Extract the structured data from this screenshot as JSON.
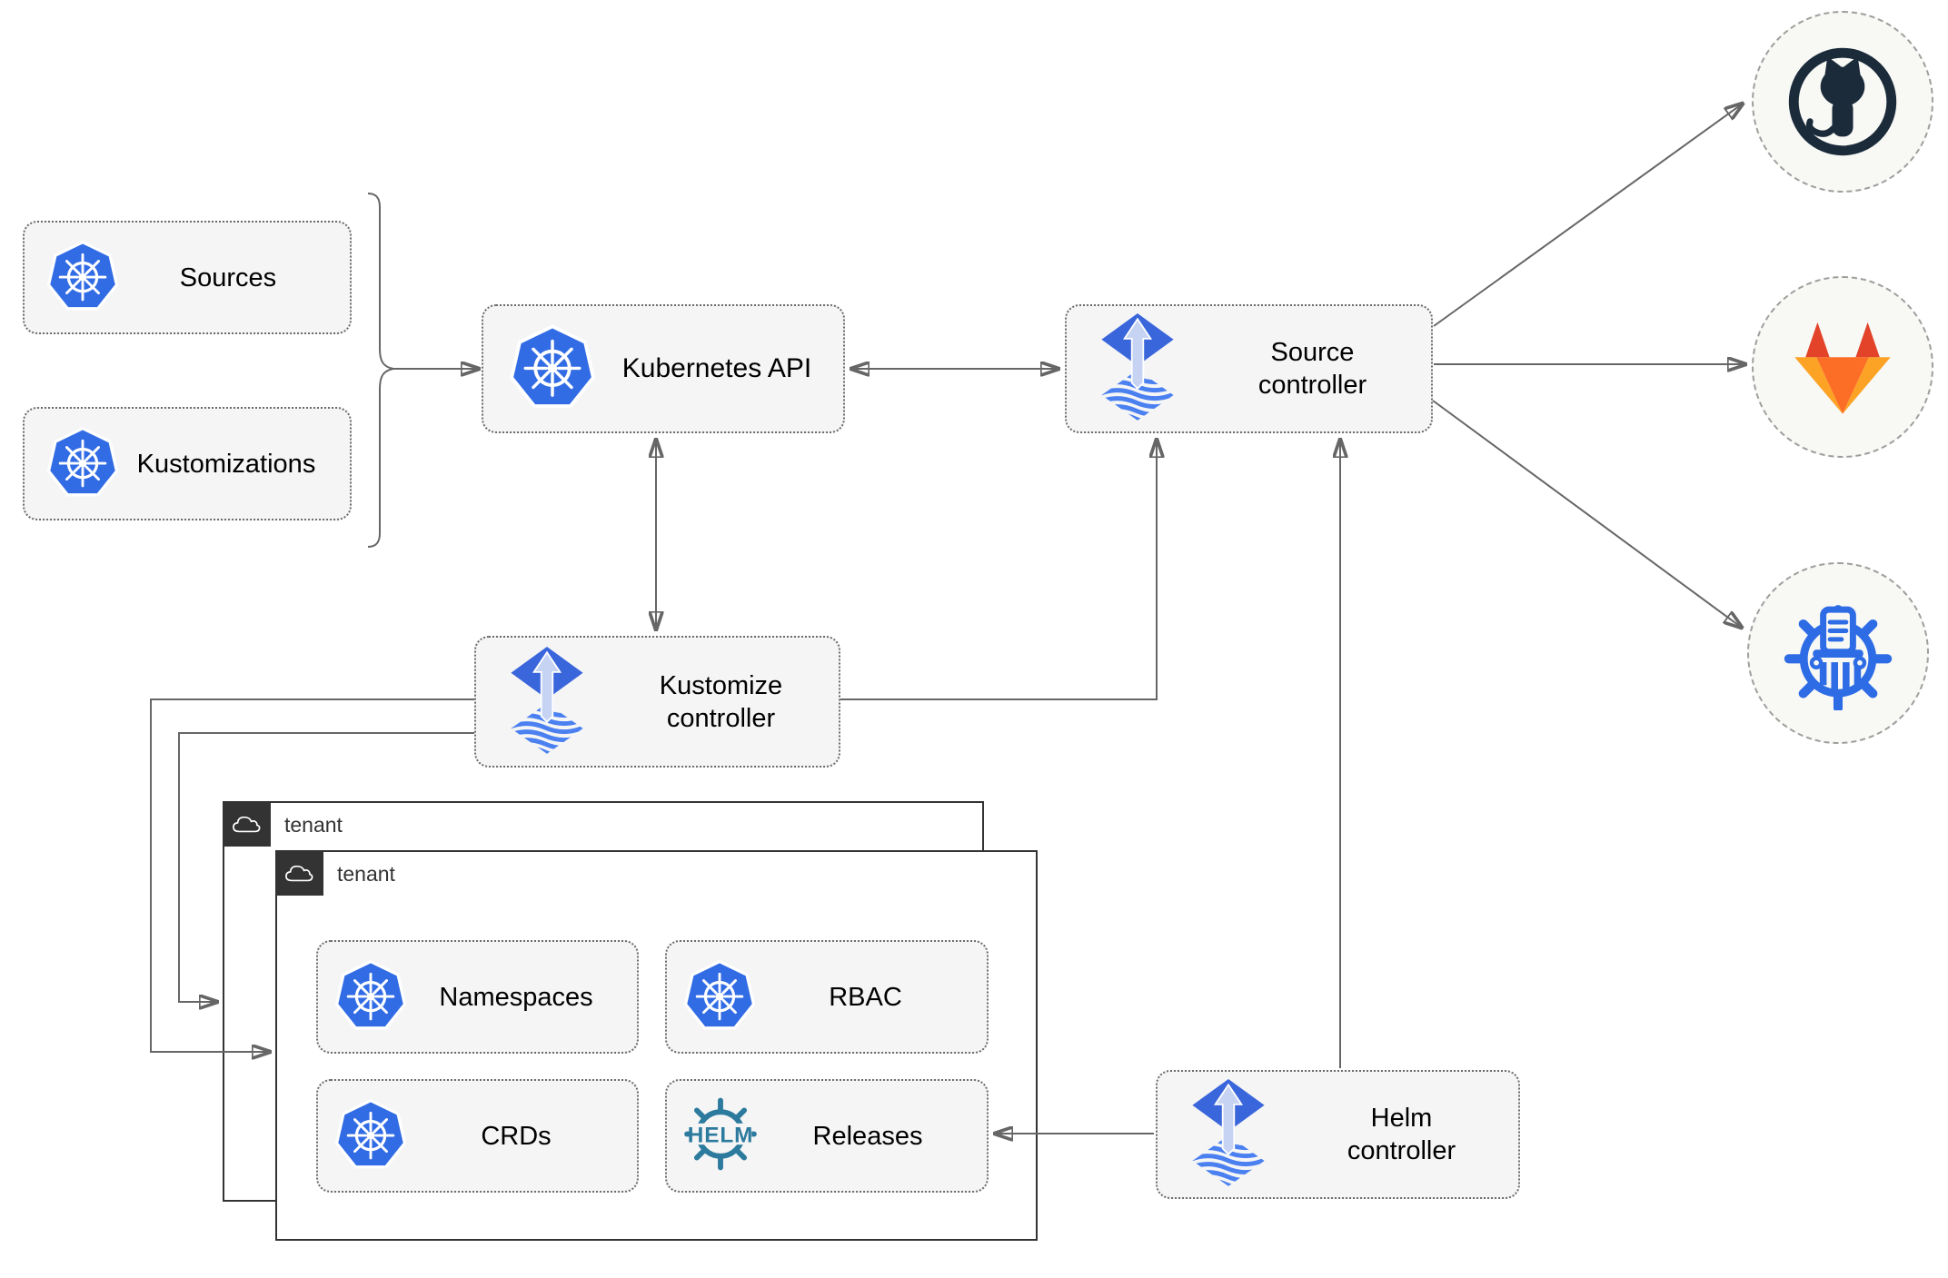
{
  "colors": {
    "arrow": "#666666",
    "node_fill": "#f5f5f5",
    "node_border": "#6b6b6b",
    "text": "#000000",
    "tenant_border": "#333333",
    "tenant_tab_bg": "#333333",
    "tenant_text": "#333333",
    "kubernetes_blue": "#326ce5",
    "flux_blue": "#3a66dc",
    "flux_arrow": "#c6d3f3",
    "flux_wave": "#4b80f1",
    "helm_teal": "#2c7a9e",
    "github_dark": "#1b2b3a",
    "gitlab_red": "#e24329",
    "gitlab_orange": "#fc6d26",
    "gitlab_yellow": "#fca326",
    "chartmuseum_blue": "#2d6ce5",
    "circle_fill": "#f8f8f5",
    "circle_border": "#9e9e9e"
  },
  "nodes": {
    "sources": {
      "label": "Sources",
      "icon": "kubernetes"
    },
    "kustomizations": {
      "label": "Kustomizations",
      "icon": "kubernetes"
    },
    "kubernetes_api": {
      "label": "Kubernetes API",
      "icon": "kubernetes"
    },
    "source_controller": {
      "label_lines": [
        "Source",
        "controller"
      ],
      "icon": "flux"
    },
    "kustomize_controller": {
      "label_lines": [
        "Kustomize",
        "controller"
      ],
      "icon": "flux"
    },
    "helm_controller": {
      "label_lines": [
        "Helm",
        "controller"
      ],
      "icon": "flux"
    },
    "namespaces": {
      "label": "Namespaces",
      "icon": "kubernetes"
    },
    "rbac": {
      "label": "RBAC",
      "icon": "kubernetes"
    },
    "crds": {
      "label": "CRDs",
      "icon": "kubernetes"
    },
    "releases": {
      "label": "Releases",
      "icon": "helm",
      "logo_text": "HELM"
    }
  },
  "tenants": [
    {
      "label": "tenant"
    },
    {
      "label": "tenant"
    }
  ],
  "endpoints": {
    "github": {
      "icon": "github-octocat"
    },
    "gitlab": {
      "icon": "gitlab-tanuki"
    },
    "helm_repository": {
      "icon": "chartmuseum"
    }
  }
}
